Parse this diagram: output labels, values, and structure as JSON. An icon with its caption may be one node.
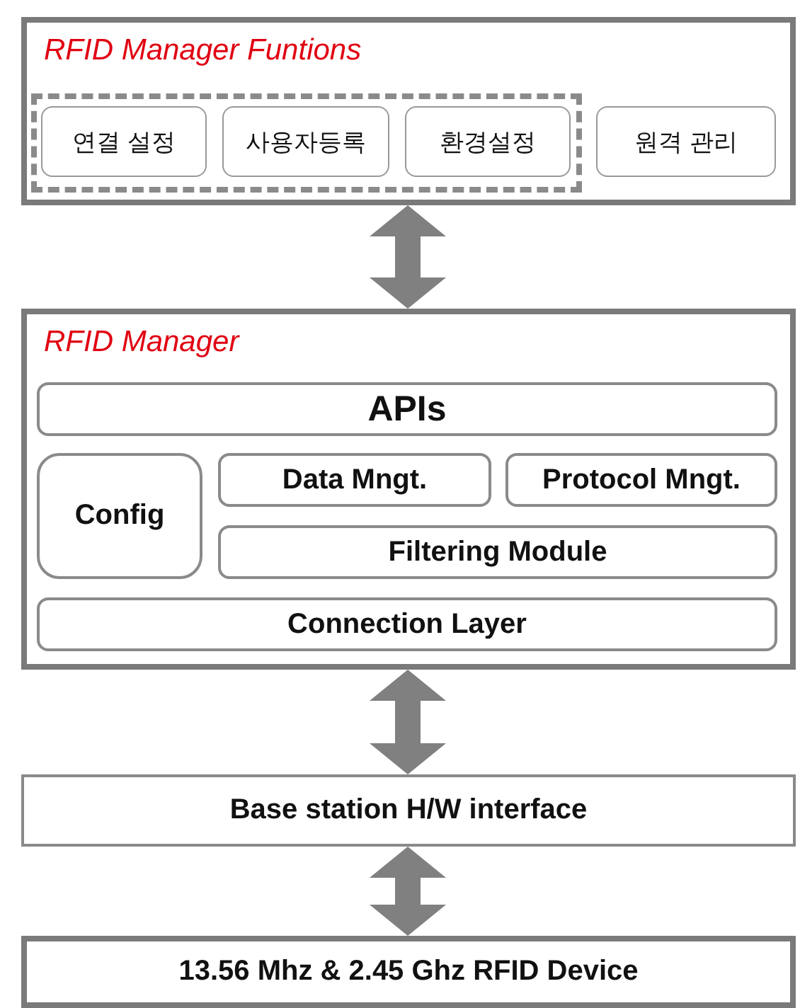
{
  "diagram": {
    "nodes": [
      {
        "text": [
          "RFID Manager Funtions"
        ]
      },
      {
        "text": [],
        "shape": "box",
        "in": 0
      },
      {
        "text": [
          "연결 설정"
        ],
        "in": 1
      },
      {
        "text": [
          "사용자등록"
        ],
        "in": 1
      },
      {
        "text": [
          "환경설정"
        ],
        "in": 1
      },
      {
        "text": [
          "원격 관리"
        ],
        "in": 0
      },
      {
        "text": [
          "RFID Manager"
        ]
      },
      {
        "text": [
          "APIs"
        ],
        "in": 6
      },
      {
        "text": [
          "Config"
        ],
        "in": 6
      },
      {
        "text": [
          "Data Mngt."
        ],
        "in": 6
      },
      {
        "text": [
          "Protocol Mngt."
        ],
        "in": 6
      },
      {
        "text": [
          "Filtering Module"
        ],
        "in": 6
      },
      {
        "text": [
          "Connection Layer"
        ],
        "in": 6
      },
      {
        "text": [
          "Base station H/W interface"
        ]
      },
      {
        "text": [
          "13.56 Mhz & 2.45 Ghz RFID Device"
        ]
      }
    ],
    "edges": [
      {
        "from": 0,
        "to": 6,
        "arrow": "both"
      },
      {
        "from": 6,
        "to": 13,
        "arrow": "both"
      },
      {
        "from": 13,
        "to": 14,
        "arrow": "both"
      }
    ]
  }
}
